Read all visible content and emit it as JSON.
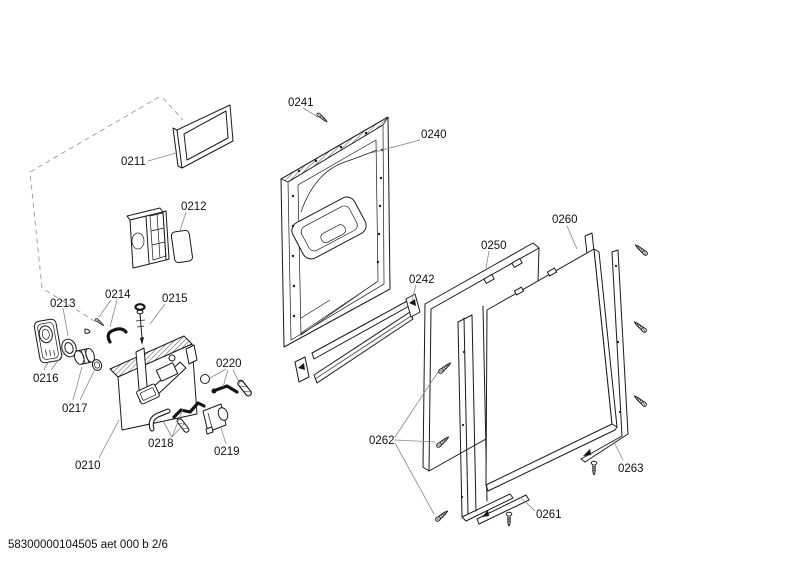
{
  "diagram": {
    "footer": "58300000104505 aet 000 b 2/6",
    "line_color": "#1a1a1a",
    "background": "#ffffff",
    "labels": [
      {
        "id": "0211",
        "text": "0211"
      },
      {
        "id": "0212",
        "text": "0212"
      },
      {
        "id": "0213",
        "text": "0213"
      },
      {
        "id": "0214",
        "text": "0214"
      },
      {
        "id": "0215",
        "text": "0215"
      },
      {
        "id": "0216",
        "text": "0216"
      },
      {
        "id": "0217",
        "text": "0217"
      },
      {
        "id": "0218",
        "text": "0218"
      },
      {
        "id": "0219",
        "text": "0219"
      },
      {
        "id": "0210",
        "text": "0210"
      },
      {
        "id": "0220",
        "text": "0220"
      },
      {
        "id": "0240",
        "text": "0240"
      },
      {
        "id": "0241",
        "text": "0241"
      },
      {
        "id": "0242",
        "text": "0242"
      },
      {
        "id": "0250",
        "text": "0250"
      },
      {
        "id": "0260",
        "text": "0260"
      },
      {
        "id": "0261",
        "text": "0261"
      },
      {
        "id": "0262",
        "text": "0262"
      },
      {
        "id": "0263",
        "text": "0263"
      }
    ]
  }
}
